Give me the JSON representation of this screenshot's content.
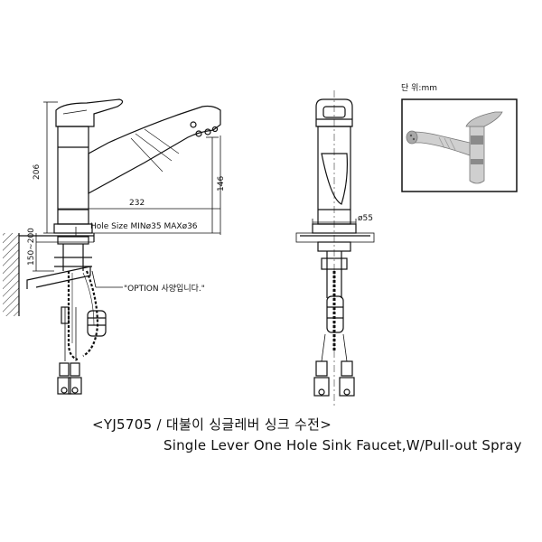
{
  "unit_label": "단 위:mm",
  "dimensions": {
    "height_total": "206",
    "spout_reach": "232",
    "spout_height": "146",
    "below_deck": "150~200",
    "hole_size": "Hole Size MINø35 MAXø36",
    "base_diameter": "ø55"
  },
  "option_note": "\"OPTION 사양입니다.\"",
  "caption": {
    "model": "<YJ5705 / 대불이 싱글레버 싱크 수전>",
    "description": "Single Lever One Hole Sink Faucet,W/Pull-out Spray"
  }
}
